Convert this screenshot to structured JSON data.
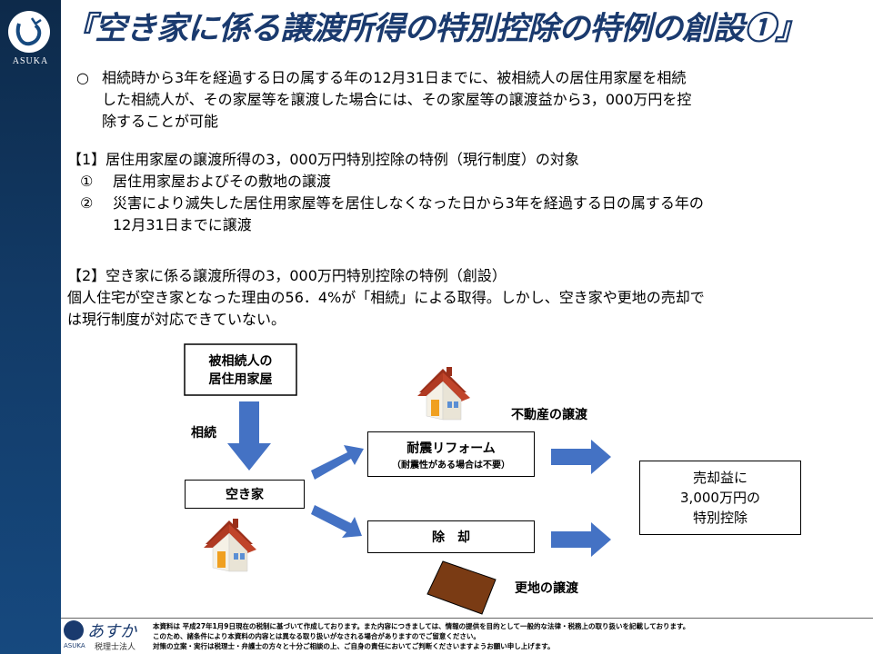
{
  "brand": {
    "logo_text": "ASUKA",
    "footer_brand": "あすか",
    "footer_asuka": "ASUKA",
    "footer_firm": "税理士法人"
  },
  "title": "『空き家に係る譲渡所得の特別控除の特例の創設①』",
  "intro": {
    "bullet": "○",
    "lines": [
      "相続時から3年を経過する日の属する年の12月31日までに、被相続人の居住用家屋を相続",
      "した相続人が、その家屋等を譲渡した場合には、その家屋等の譲渡益から3，000万円を控",
      "除することが可能"
    ]
  },
  "section1": {
    "heading": "【1】居住用家屋の譲渡所得の3，000万円特別控除の特例（現行制度）の対象",
    "items": [
      {
        "num": "①",
        "lines": [
          "居住用家屋およびその敷地の譲渡"
        ]
      },
      {
        "num": "②",
        "lines": [
          "災害により滅失した居住用家屋等を居住しなくなった日から3年を経過する日の属する年の",
          "12月31日までに譲渡"
        ]
      }
    ]
  },
  "section2": {
    "heading": "【2】空き家に係る譲渡所得の3，000万円特別控除の特例（創設）",
    "lines": [
      "個人住宅が空き家となった理由の56．4%が「相続」による取得。しかし、空き家や更地の売却で",
      "は現行制度が対応できていない。"
    ]
  },
  "diagram": {
    "deceased_home": [
      "被相続人の",
      "居住用家屋"
    ],
    "inherit_label": "相続",
    "vacant_house": "空き家",
    "reform_title": "耐震リフォーム",
    "reform_note": "（耐震性がある場合は不要）",
    "demolish": "除　却",
    "real_estate_transfer": "不動産の譲渡",
    "vacant_land_transfer": "更地の譲渡",
    "result": [
      "売却益に",
      "3,000万円の",
      "特別控除"
    ],
    "colors": {
      "arrow": "#4472c4",
      "roof": "#b03a22",
      "wall": "#f5f1e6",
      "door": "#f0a020",
      "land": "#7a3b14"
    }
  },
  "footer": {
    "disclaimer": [
      "本資料は 平成27年1月9日現在の税制に基づいて作成しております。また内容につきましては、情報の提供を目的として一般的な法律・税務上の取り扱いを記載しております。",
      "このため、諸条件により本資料の内容とは異なる取り扱いがなされる場合がありますのでご留意ください。",
      "対策の立案・実行は税理士・弁護士の方々と十分ご相談の上、ご自身の責任においてご判断くださいますようお願い申し上げます。"
    ]
  }
}
